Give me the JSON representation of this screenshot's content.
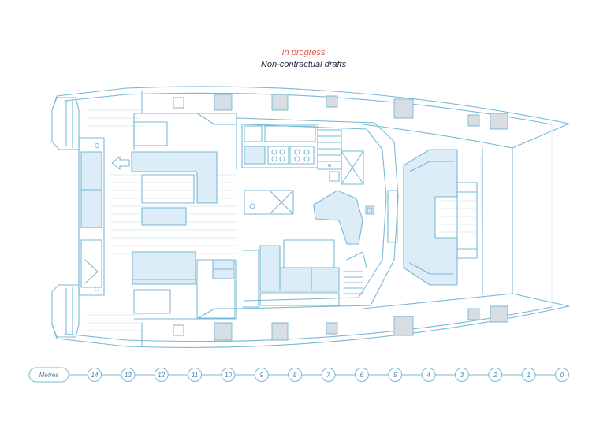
{
  "header": {
    "status": "In progress",
    "subtitle": "Non-contractual drafts"
  },
  "colors": {
    "line": "#79b8d6",
    "fill": "#dcedf8",
    "dark_fill": "#d7dde3",
    "status": "#e05a4e",
    "subtitle": "#1f2a44"
  },
  "scale": {
    "unit_label": "Metres",
    "marks": [
      "14",
      "13",
      "12",
      "11",
      "10",
      "9",
      "8",
      "7",
      "6",
      "5",
      "4",
      "3",
      "2",
      "1",
      "0"
    ]
  },
  "icons": [
    "forward-arrow-icon"
  ]
}
